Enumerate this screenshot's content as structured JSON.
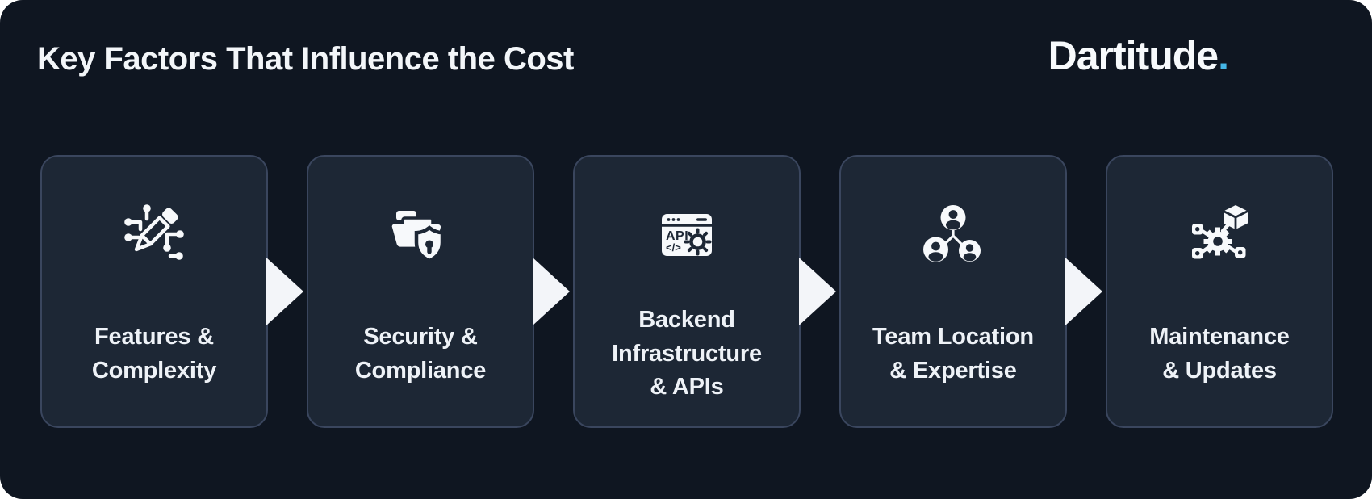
{
  "header": {
    "title": "Key Factors That Influence the Cost",
    "brand": "Dartitude",
    "brand_dot": "."
  },
  "colors": {
    "panel_bg": "#0f1621",
    "card_bg": "#1d2735",
    "card_border": "#3a465e",
    "text": "#eef2f7",
    "accent_dot": "#45b7e8",
    "arrow": "#f3f5f9"
  },
  "cards": [
    {
      "label": "Features &\nComplexity",
      "icon": "pencil-circuit-icon"
    },
    {
      "label": "Security &\nCompliance",
      "icon": "folder-shield-icon"
    },
    {
      "label": "Backend\nInfrastructure\n& APIs",
      "icon": "api-browser-gear-icon"
    },
    {
      "label": "Team Location\n& Expertise",
      "icon": "team-hierarchy-icon"
    },
    {
      "label": "Maintenance\n& Updates",
      "icon": "gear-network-cube-icon"
    }
  ]
}
